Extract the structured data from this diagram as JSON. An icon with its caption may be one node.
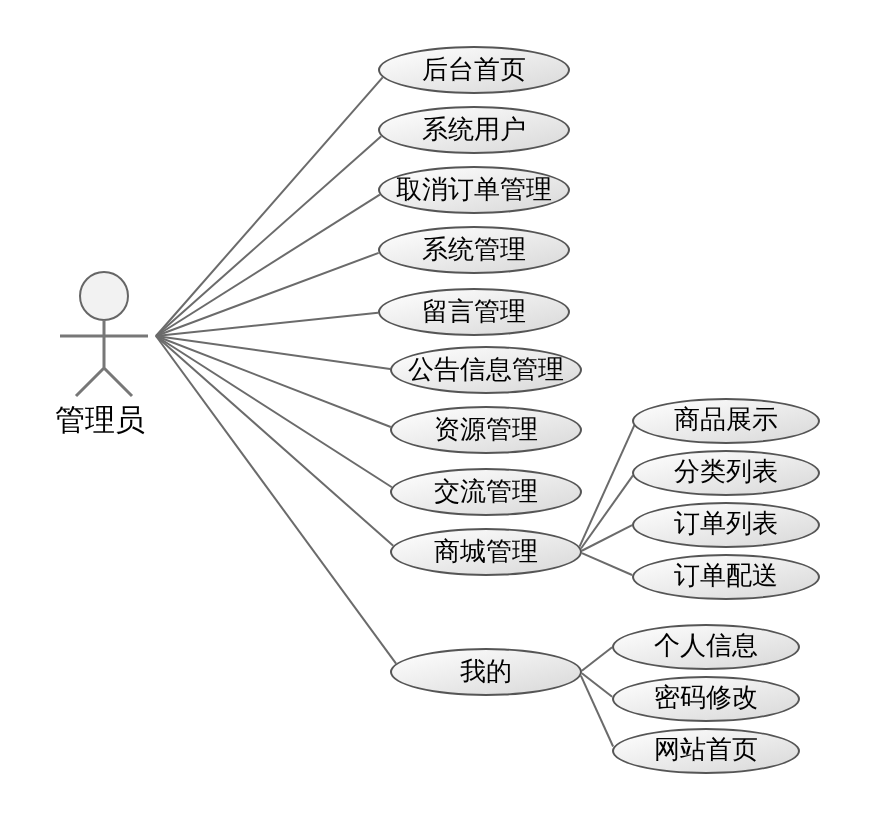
{
  "diagram": {
    "nodes": [
      {
        "text": [
          "管理员"
        ]
      },
      {
        "text": [
          "后台首页"
        ]
      },
      {
        "text": [
          "系统用户"
        ]
      },
      {
        "text": [
          "取消订单管理"
        ]
      },
      {
        "text": [
          "系统管理"
        ]
      },
      {
        "text": [
          "留言管理"
        ]
      },
      {
        "text": [
          "公告信息管理"
        ]
      },
      {
        "text": [
          "资源管理"
        ]
      },
      {
        "text": [
          "交流管理"
        ]
      },
      {
        "text": [
          "商城管理"
        ]
      },
      {
        "text": [
          "我的"
        ]
      },
      {
        "text": [
          "商品展示"
        ]
      },
      {
        "text": [
          "分类列表"
        ]
      },
      {
        "text": [
          "订单列表"
        ]
      },
      {
        "text": [
          "订单配送"
        ]
      },
      {
        "text": [
          "个人信息"
        ]
      },
      {
        "text": [
          "密码修改"
        ]
      },
      {
        "text": [
          "网站首页"
        ]
      }
    ],
    "edges": [
      {
        "from": 0,
        "to": 1,
        "arrow": "none"
      },
      {
        "from": 0,
        "to": 2,
        "arrow": "none"
      },
      {
        "from": 0,
        "to": 3,
        "arrow": "none"
      },
      {
        "from": 0,
        "to": 4,
        "arrow": "none"
      },
      {
        "from": 0,
        "to": 5,
        "arrow": "none"
      },
      {
        "from": 0,
        "to": 6,
        "arrow": "none"
      },
      {
        "from": 0,
        "to": 7,
        "arrow": "none"
      },
      {
        "from": 0,
        "to": 8,
        "arrow": "none"
      },
      {
        "from": 0,
        "to": 9,
        "arrow": "none"
      },
      {
        "from": 0,
        "to": 10,
        "arrow": "none"
      },
      {
        "from": 9,
        "to": 11,
        "arrow": "none"
      },
      {
        "from": 9,
        "to": 12,
        "arrow": "none"
      },
      {
        "from": 9,
        "to": 13,
        "arrow": "none"
      },
      {
        "from": 9,
        "to": 14,
        "arrow": "none"
      },
      {
        "from": 10,
        "to": 15,
        "arrow": "none"
      },
      {
        "from": 10,
        "to": 16,
        "arrow": "none"
      },
      {
        "from": 10,
        "to": 17,
        "arrow": "none"
      }
    ]
  }
}
